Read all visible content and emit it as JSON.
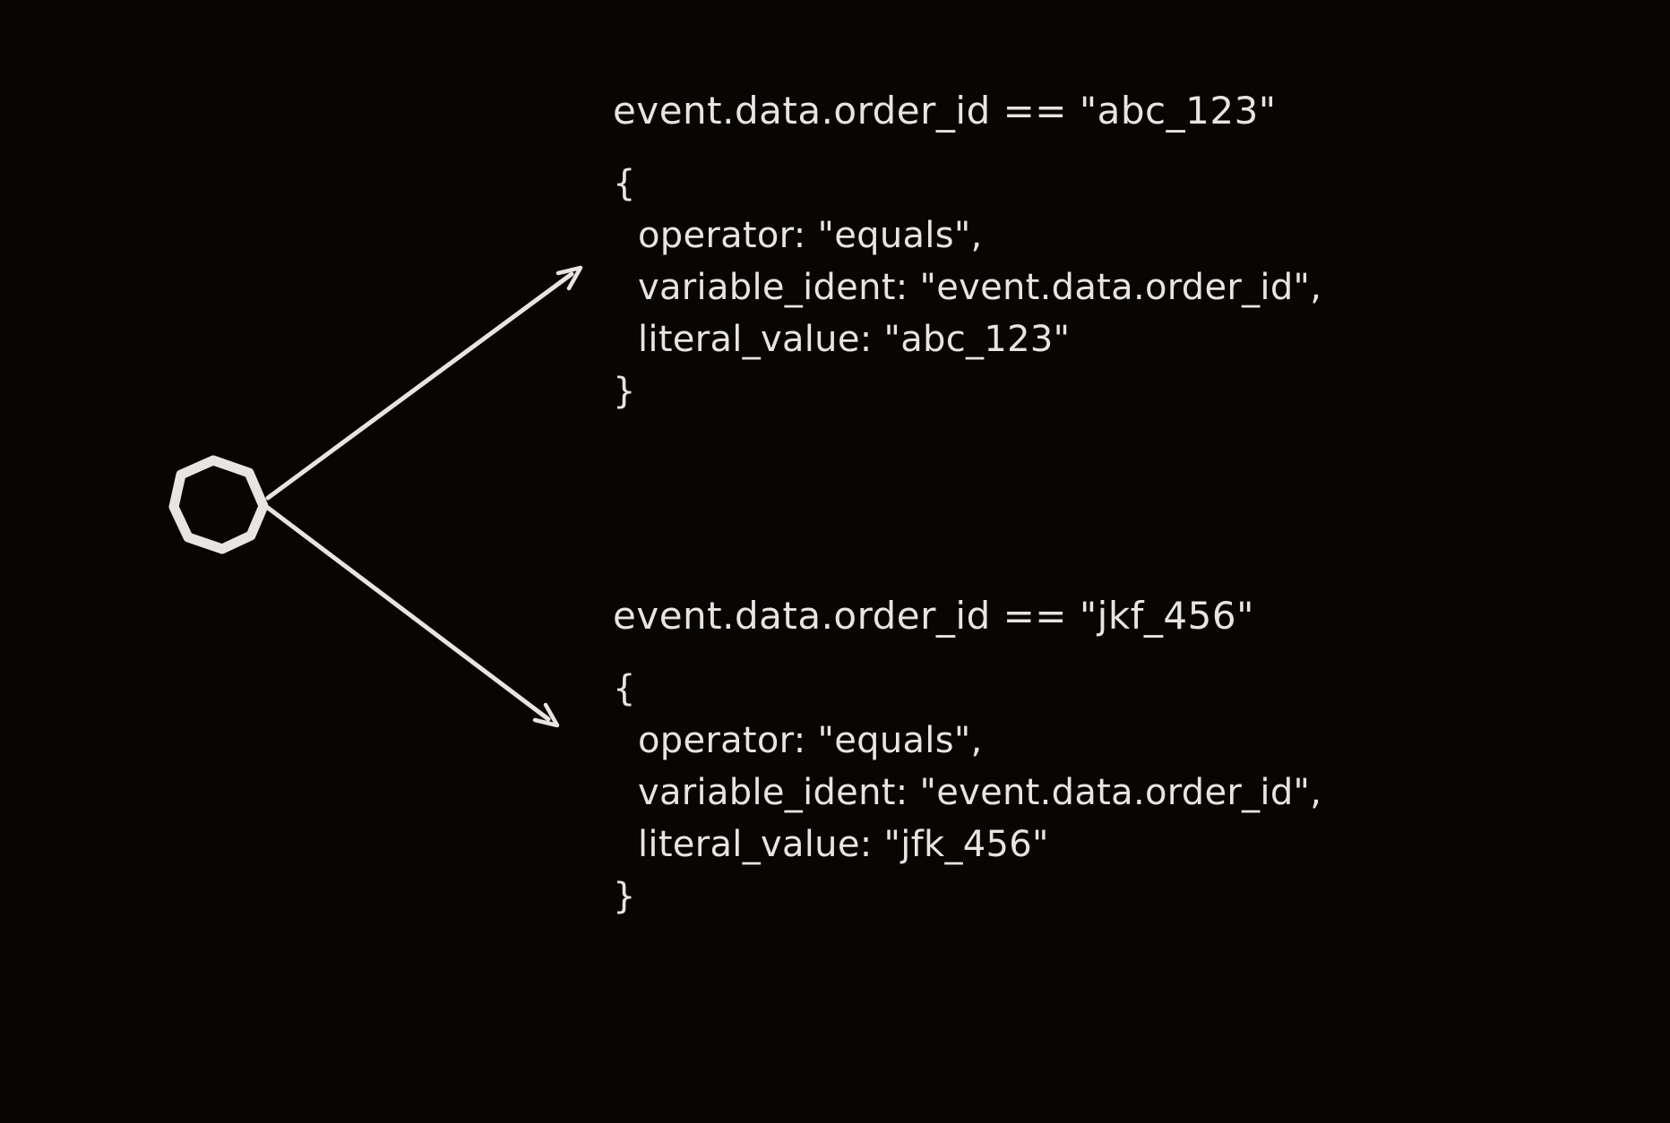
{
  "canvas": {
    "background_color": "#070605",
    "ink_color": "#e7e4e1"
  },
  "diagram": {
    "node": {
      "shape": "hand-drawn-circle",
      "description": "source node with two outgoing arrows"
    },
    "branches": [
      {
        "title": "event.data.order_id == \"abc_123\"",
        "code_open_brace": "{",
        "code_lines": [
          "operator: \"equals\",",
          "variable_ident: \"event.data.order_id\",",
          "literal_value: \"abc_123\""
        ],
        "code_close_brace": "}"
      },
      {
        "title": "event.data.order_id == \"jkf_456\"",
        "code_open_brace": "{",
        "code_lines": [
          "operator: \"equals\",",
          "variable_ident: \"event.data.order_id\",",
          "literal_value: \"jfk_456\""
        ],
        "code_close_brace": "}"
      }
    ]
  }
}
